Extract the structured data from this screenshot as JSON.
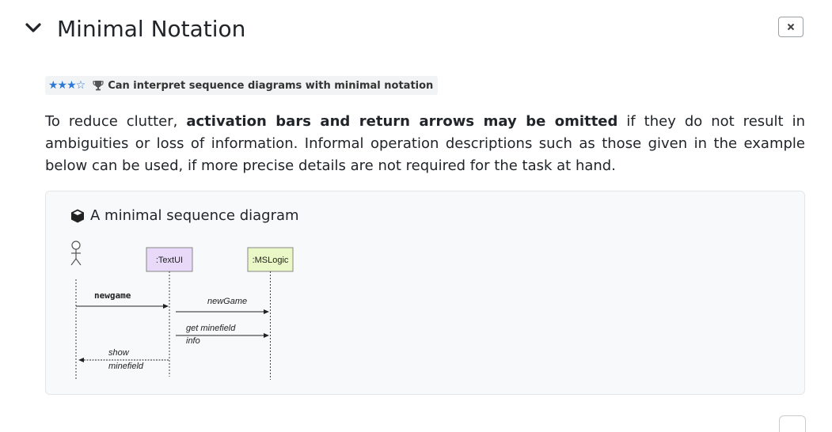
{
  "section": {
    "title": "Minimal Notation",
    "close_label": "×"
  },
  "badge": {
    "stars": "★★★☆",
    "text": "Can interpret sequence diagrams with minimal notation"
  },
  "paragraph": {
    "part1": "To reduce clutter, ",
    "bold": "activation bars and return arrows may be omitted",
    "part2": " if they do not result in ambiguities or loss of information. Informal operation descriptions such as those given in the example below can be used, if more precise details are not required for the task at hand."
  },
  "example": {
    "title": "A minimal sequence diagram",
    "participants": {
      "textui": ":TextUI",
      "mslogic": ":MSLogic"
    },
    "messages": {
      "m1": "newgame",
      "m2": "newGame",
      "m3_line1": "get minefield",
      "m3_line2": "info",
      "m4_line1": "show",
      "m4_line2": "minefield"
    }
  },
  "icons": {
    "chevron": "chevron-down-icon",
    "close": "close-icon",
    "trophy": "trophy-icon",
    "cube": "cube-icon",
    "actor": "actor-icon"
  }
}
